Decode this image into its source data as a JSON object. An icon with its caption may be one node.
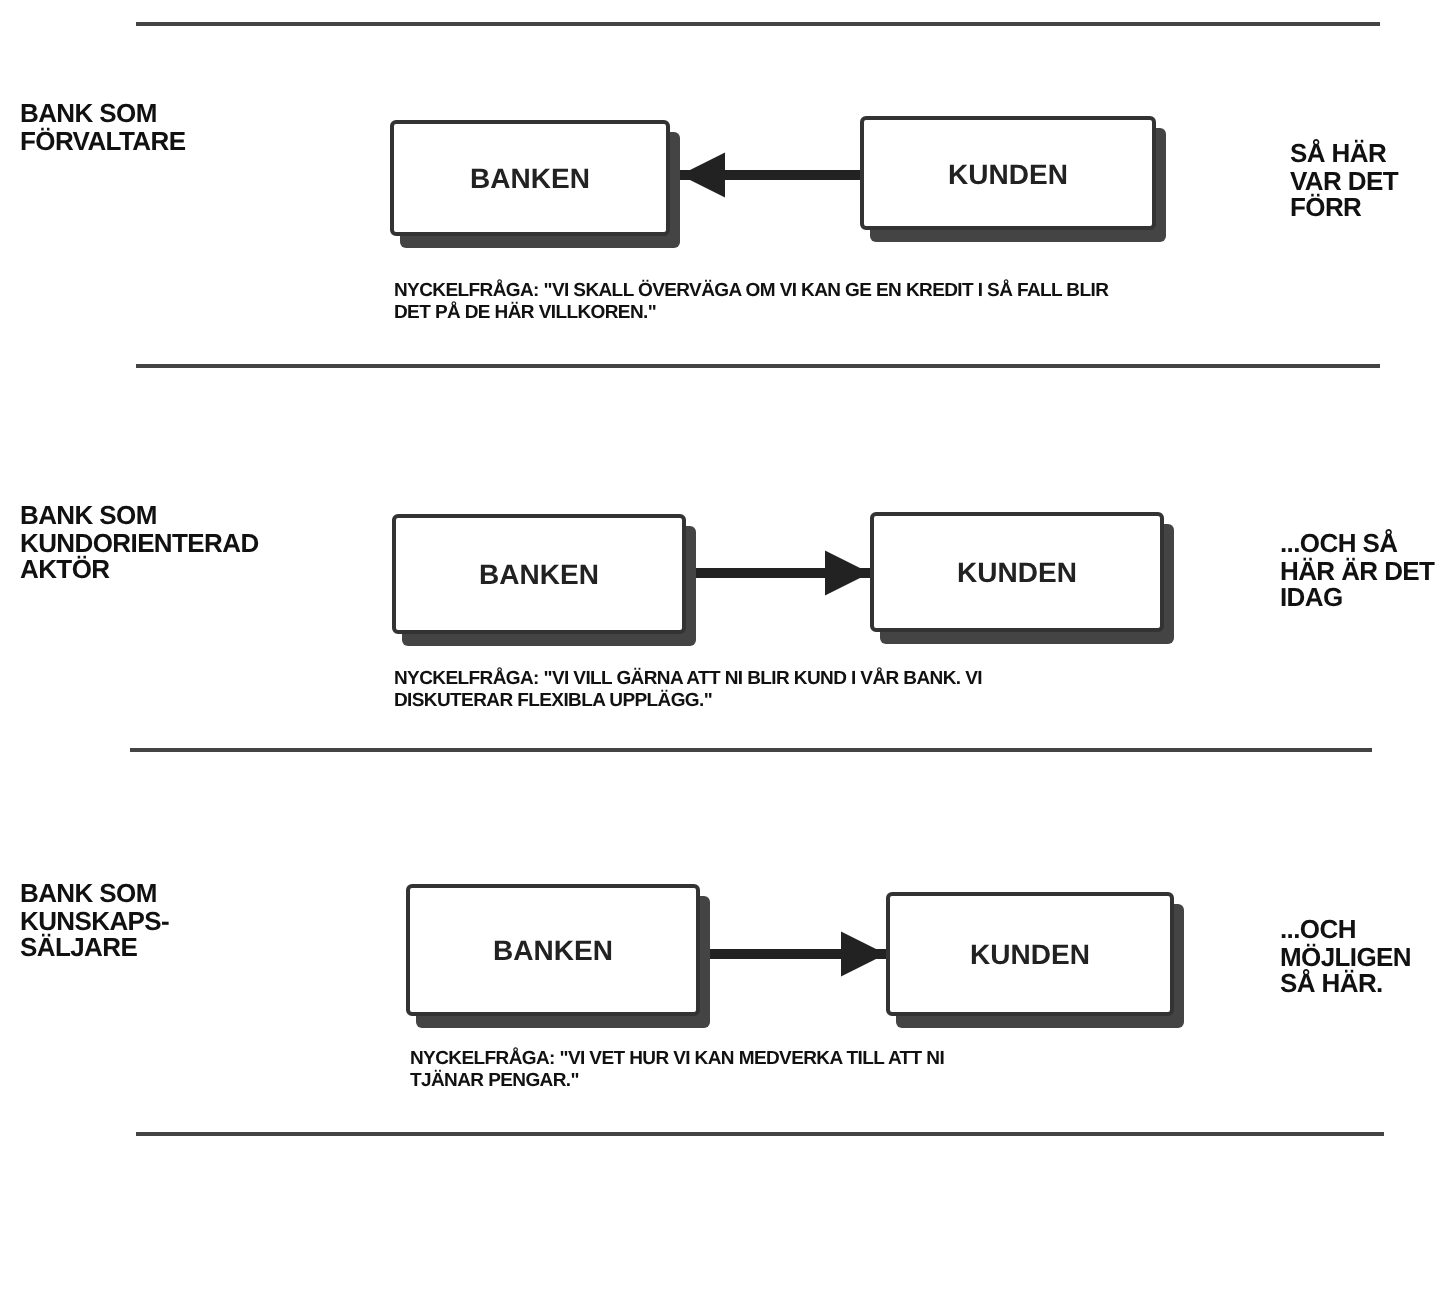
{
  "diagram": {
    "nodes": [
      {
        "text": [
          "BANKEN"
        ]
      },
      {
        "text": [
          "KUNDEN"
        ]
      },
      {
        "text": [
          "BANKEN"
        ]
      },
      {
        "text": [
          "KUNDEN"
        ]
      },
      {
        "text": [
          "BANKEN"
        ]
      },
      {
        "text": [
          "KUNDEN"
        ]
      }
    ],
    "edges": [
      {
        "from": 1,
        "to": 0,
        "arrow": "to"
      },
      {
        "from": 2,
        "to": 3,
        "arrow": "to"
      },
      {
        "from": 4,
        "to": 5,
        "arrow": "to"
      }
    ],
    "labels": [
      "BANK SOM FÖRVALTARE",
      "SÅ HÄR VAR DET FÖRR",
      "NYCKELFRÅGA: \"VI SKALL ÖVERVÄGA OM VI KAN GE EN KREDIT I SÅ FALL BLIR DET PÅ DE HÄR VILLKOREN.\"",
      "BANK SOM KUNDORIENTERAD AKTÖR",
      "...OCH SÅ HÄR ÄR DET IDAG",
      "NYCKELFRÅGA: \"VI VILL GÄRNA ATT NI BLIR KUND I VÅR BANK. VI DISKUTERAR FLEXIBLA UPPLÄGG.\"",
      "BANK SOM KUNSKAPS-SÄLJARE",
      "...OCH MÖJLIGEN SÅ HÄR.",
      "NYCKELFRÅGA: \"VI VET HUR VI KAN MEDVERKA TILL ATT NI TJÄNAR PENGAR.\""
    ]
  }
}
